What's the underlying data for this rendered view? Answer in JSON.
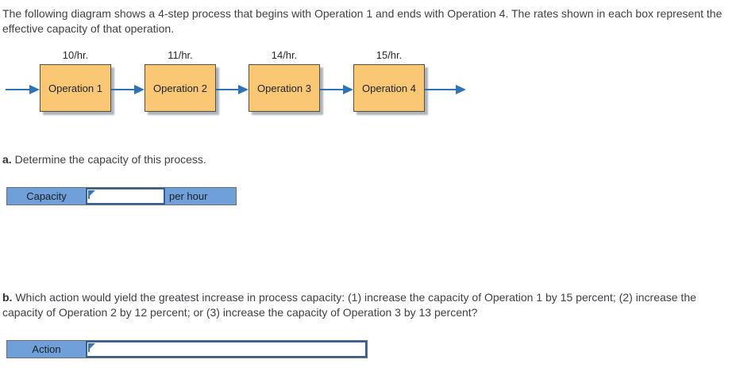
{
  "intro": "The following diagram shows a 4-step process that begins with Operation 1 and ends with Operation 4. The rates shown in each box represent the effective capacity of that operation.",
  "diagram": {
    "operations": [
      {
        "rate": "10/hr.",
        "label": "Operation 1"
      },
      {
        "rate": "11/hr.",
        "label": "Operation 2"
      },
      {
        "rate": "14/hr.",
        "label": "Operation 3"
      },
      {
        "rate": "15/hr.",
        "label": "Operation 4"
      }
    ]
  },
  "question_a": {
    "prefix": "a.",
    "text": " Determine the capacity of this process."
  },
  "capacity_row": {
    "label": "Capacity",
    "value": "",
    "unit": "per hour"
  },
  "question_b": {
    "prefix": "b.",
    "text": " Which action would yield the greatest increase in process capacity: (1) increase the capacity of Operation 1 by 15 percent; (2) increase the capacity of Operation 2 by 12 percent; or (3) increase the capacity of Operation 3 by 13 percent?"
  },
  "action_row": {
    "label": "Action",
    "value": ""
  },
  "colors": {
    "box_fill": "#FAC875",
    "box_border": "#56513F",
    "arrow_blue": "#2E74B5",
    "cell_blue": "#6FA0D9",
    "input_border": "#365F91",
    "table_border": "#6E6E6E"
  }
}
